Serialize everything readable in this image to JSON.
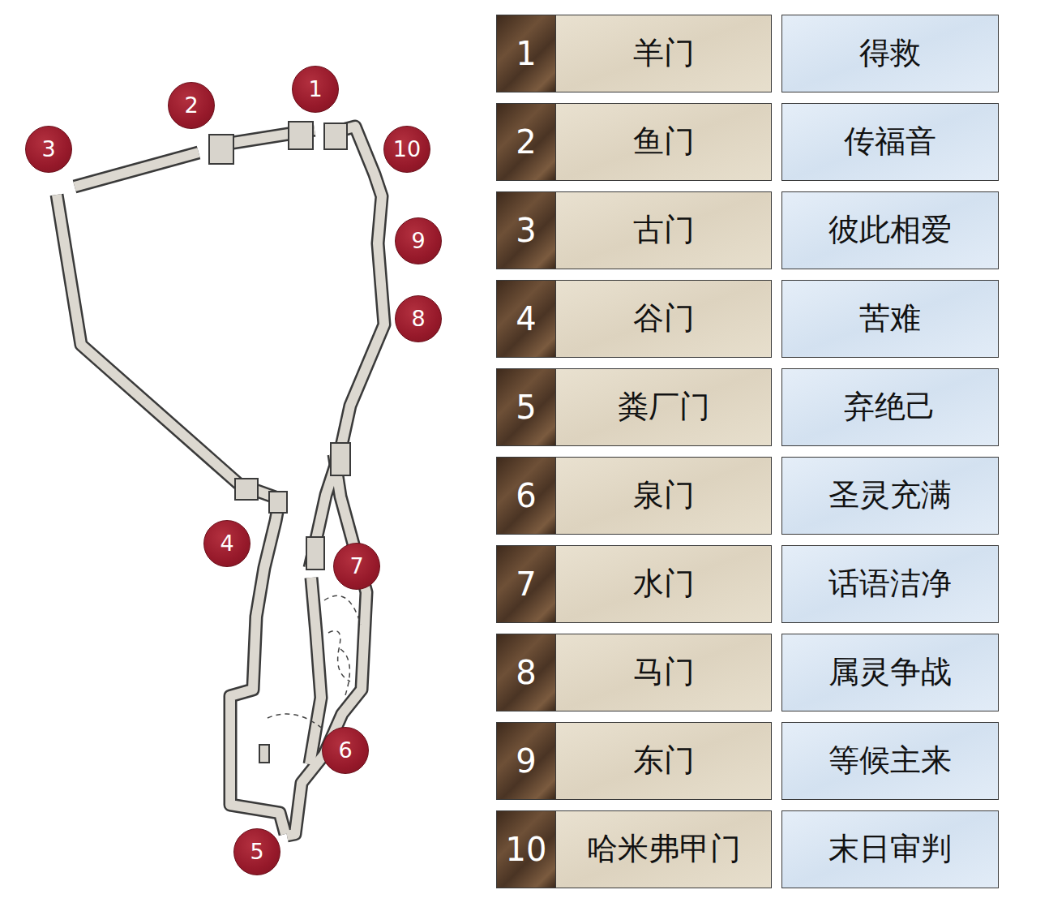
{
  "diagram": {
    "nodes": [
      {
        "text": [
          "1"
        ]
      },
      {
        "text": [
          "2"
        ]
      },
      {
        "text": [
          "3"
        ]
      },
      {
        "text": [
          "4"
        ]
      },
      {
        "text": [
          "5"
        ]
      },
      {
        "text": [
          "6"
        ]
      },
      {
        "text": [
          "7"
        ]
      },
      {
        "text": [
          "8"
        ]
      },
      {
        "text": [
          "9"
        ]
      },
      {
        "text": [
          "10"
        ]
      },
      {
        "text": [
          "1"
        ]
      },
      {
        "text": [
          "羊门"
        ]
      },
      {
        "text": [
          "得救"
        ]
      },
      {
        "text": [
          "2"
        ]
      },
      {
        "text": [
          "鱼门"
        ]
      },
      {
        "text": [
          "传福音"
        ]
      },
      {
        "text": [
          "3"
        ]
      },
      {
        "text": [
          "古门"
        ]
      },
      {
        "text": [
          "彼此相爱"
        ]
      },
      {
        "text": [
          "4"
        ]
      },
      {
        "text": [
          "谷门"
        ]
      },
      {
        "text": [
          "苦难"
        ]
      },
      {
        "text": [
          "5"
        ]
      },
      {
        "text": [
          "粪厂门"
        ]
      },
      {
        "text": [
          "弃绝己"
        ]
      },
      {
        "text": [
          "6"
        ]
      },
      {
        "text": [
          "泉门"
        ]
      },
      {
        "text": [
          "圣灵充满"
        ]
      },
      {
        "text": [
          "7"
        ]
      },
      {
        "text": [
          "水门"
        ]
      },
      {
        "text": [
          "话语洁净"
        ]
      },
      {
        "text": [
          "8"
        ]
      },
      {
        "text": [
          "马门"
        ]
      },
      {
        "text": [
          "属灵争战"
        ]
      },
      {
        "text": [
          "9"
        ]
      },
      {
        "text": [
          "东门"
        ]
      },
      {
        "text": [
          "等候主来"
        ]
      },
      {
        "text": [
          "10"
        ]
      },
      {
        "text": [
          "哈米弗甲门"
        ]
      },
      {
        "text": [
          "末日审判"
        ]
      }
    ]
  }
}
